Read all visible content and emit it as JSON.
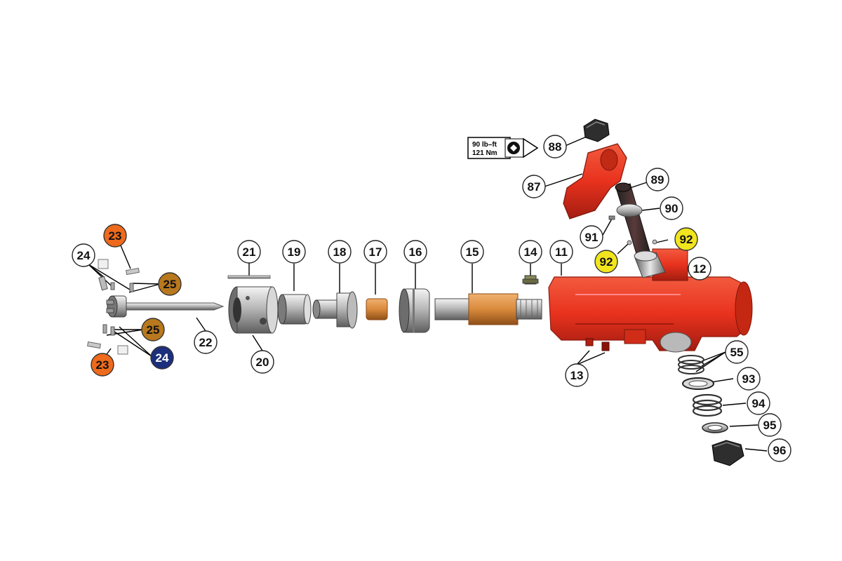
{
  "torque_callout": {
    "line1": "90 lb–ft",
    "line2": "121 Nm"
  },
  "labels": {
    "l23a": "23",
    "l24a": "24",
    "l25a": "25",
    "l25b": "25",
    "l23b": "23",
    "l24b": "24",
    "l21": "21",
    "l19": "19",
    "l18": "18",
    "l17": "17",
    "l16": "16",
    "l15": "15",
    "l14": "14",
    "l11": "11",
    "l22": "22",
    "l20": "20",
    "l13": "13",
    "l88": "88",
    "l87": "87",
    "l89": "89",
    "l90": "90",
    "l91": "91",
    "l92a": "92",
    "l92b": "92",
    "l12": "12",
    "l55": "55",
    "l93": "93",
    "l94": "94",
    "l95": "95",
    "l96": "96"
  },
  "colors": {
    "housing_red": "#e8321e",
    "orange_badge": "#ee6a1c",
    "bronze_badge": "#b9781d",
    "navy_badge": "#1c2f7c",
    "yellow_badge": "#f1e51d",
    "bushing_orange": "#d98a3b"
  }
}
